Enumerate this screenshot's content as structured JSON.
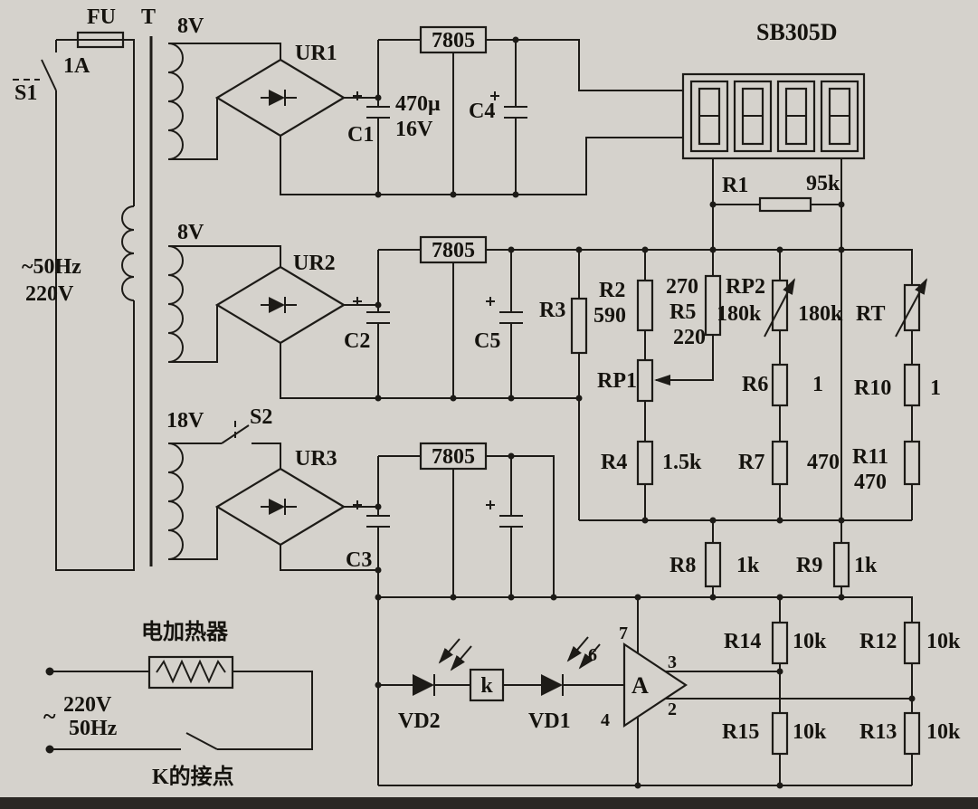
{
  "colors": {
    "background": "#d5d2cc",
    "ink": "#1d1b17"
  },
  "power": {
    "fuse": "FU",
    "transformer": "T",
    "fuse_rating": "1A",
    "switch": "S1",
    "frequency": "~50Hz",
    "voltage": "220V"
  },
  "windings": {
    "top": "8V",
    "middle": "8V",
    "bottom": "18V",
    "switch": "S2"
  },
  "rectifiers": {
    "ur1": "UR1",
    "ur2": "UR2",
    "ur3": "UR3"
  },
  "regulators": {
    "reg1": "7805",
    "reg2": "7805",
    "reg3": "7805"
  },
  "display": {
    "model": "SB305D"
  },
  "capacitors": {
    "c1": "C1",
    "c1_value": "470μ",
    "c1_rating": "16V",
    "c2": "C2",
    "c3": "C3",
    "c4": "C4",
    "c5": "C5"
  },
  "resistors": {
    "r1": "R1",
    "r1_v": "95k",
    "r2": "R2",
    "r2_v": "590",
    "r5_series": "270",
    "r5": "R5",
    "r5_v": "220",
    "rp2": "RP2",
    "rp2_v": "180k",
    "rp2_v2": "180k",
    "rt": "RT",
    "r3": "R3",
    "rp1": "RP1",
    "r6": "R6",
    "r6_v": "1",
    "r10": "R10",
    "r10_v": "1",
    "r4": "R4",
    "r4_v": "1.5k",
    "r7": "R7",
    "r7_v": "470",
    "r11": "R11",
    "r11_v": "470",
    "r8": "R8",
    "r8_v": "1k",
    "r9": "R9",
    "r9_v": "1k",
    "r14": "R14",
    "r14_v": "10k",
    "r12": "R12",
    "r12_v": "10k",
    "r15": "R15",
    "r15_v": "10k",
    "r13": "R13",
    "r13_v": "10k"
  },
  "photo": {
    "vd1": "VD1",
    "vd2": "VD2",
    "relay": "k"
  },
  "opamp": {
    "label": "A",
    "pin2": "2",
    "pin3": "3",
    "pin4": "4",
    "pin6": "6",
    "pin7": "7"
  },
  "heater": {
    "label": "电加热器",
    "tilde": "~",
    "voltage": "220V",
    "frequency": "50Hz",
    "contact": "K的接点"
  }
}
